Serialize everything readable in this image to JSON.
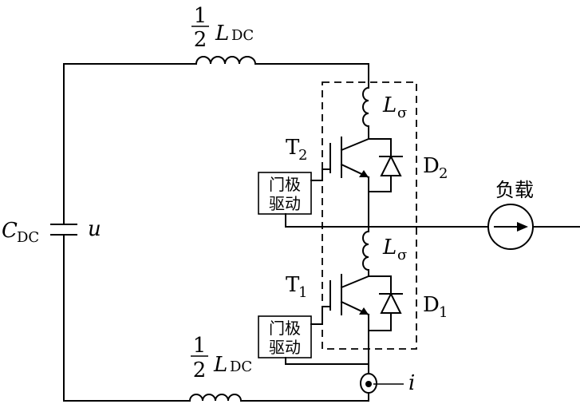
{
  "labels": {
    "inductor_top": {
      "num": "1",
      "den": "2",
      "sym": "L",
      "sub": "DC"
    },
    "inductor_bottom": {
      "num": "1",
      "den": "2",
      "sym": "L",
      "sub": "DC"
    },
    "capacitor": {
      "sym": "C",
      "sub": "DC"
    },
    "voltage": "u",
    "stray_upper": {
      "sym": "L",
      "sub": "σ"
    },
    "stray_lower": {
      "sym": "L",
      "sub": "σ"
    },
    "switch_upper": {
      "sym": "T",
      "sub": "2"
    },
    "switch_lower": {
      "sym": "T",
      "sub": "1"
    },
    "diode_upper": {
      "sym": "D",
      "sub": "2"
    },
    "diode_lower": {
      "sym": "D",
      "sub": "1"
    },
    "gate_driver_upper": {
      "line1": "门极",
      "line2": "驱动"
    },
    "gate_driver_lower": {
      "line1": "门极",
      "line2": "驱动"
    },
    "load": "负载",
    "current": "i"
  }
}
